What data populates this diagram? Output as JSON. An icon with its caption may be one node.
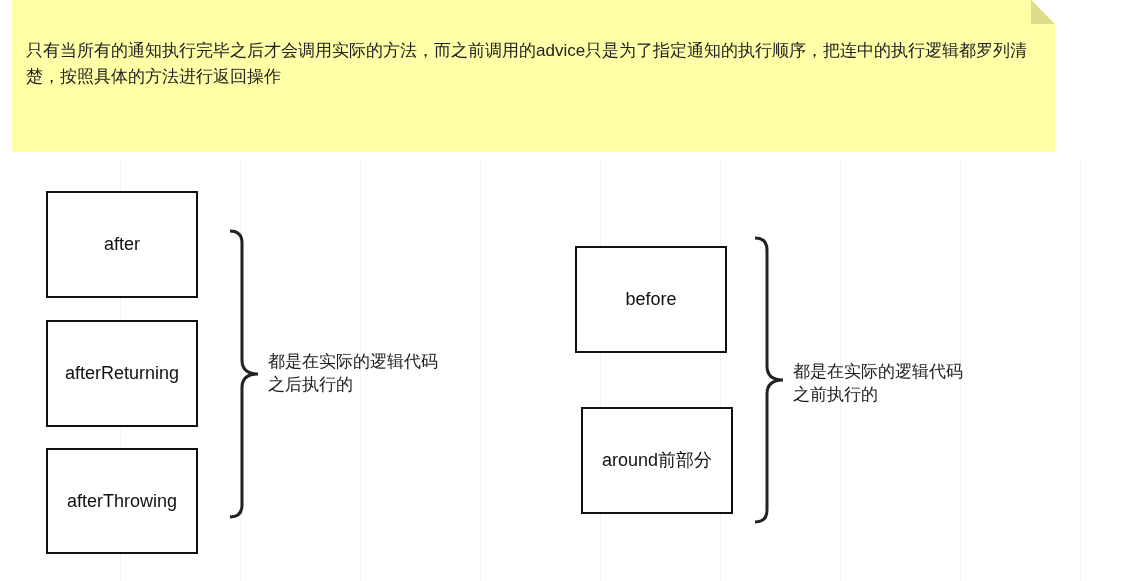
{
  "diagram": {
    "nodes": [
      {
        "text": [
          "只有当所有的通知执行完毕之后才会调用实际的方法，而之前调用的advice只是为了指定通知的执行顺序，把连中的执行逻辑都罗列清楚，按照具体的方法进行返回操作"
        ]
      },
      {
        "text": [
          "after"
        ]
      },
      {
        "text": [
          "afterReturning"
        ]
      },
      {
        "text": [
          "afterThrowing"
        ]
      },
      {
        "text": [
          "before"
        ]
      },
      {
        "text": [
          "around前部分"
        ]
      }
    ],
    "edges": [],
    "labels": [
      "都是在实际的逻辑代码之后执行的",
      "都是在实际的逻辑代码之前执行的"
    ]
  }
}
